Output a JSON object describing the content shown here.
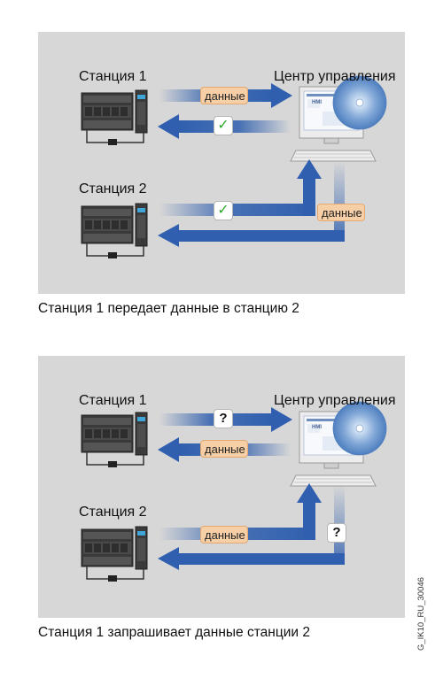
{
  "scenario1": {
    "station1_label": "Станция 1",
    "station2_label": "Станция 2",
    "control_center_label": "Центр управления",
    "hmi_label": "HMI",
    "data_tag_top": "данные",
    "data_tag_right": "данные",
    "check_symbol": "✓",
    "caption": "Станция 1 передает данные в станцию 2"
  },
  "scenario2": {
    "station1_label": "Станция 1",
    "station2_label": "Станция 2",
    "control_center_label": "Центр управления",
    "hmi_label": "HMI",
    "data_tag_return": "данные",
    "data_tag_station2": "данные",
    "question_symbol": "?",
    "caption": "Станция 1 запрашивает данные станции 2"
  },
  "figure_code": "G_IK10_RU_30046",
  "colors": {
    "panel_bg": "#d7d7d7",
    "arrow_blue": "#2f5fae",
    "data_tag_bg": "#f6cfa7",
    "check_green": "#2fa82f"
  }
}
